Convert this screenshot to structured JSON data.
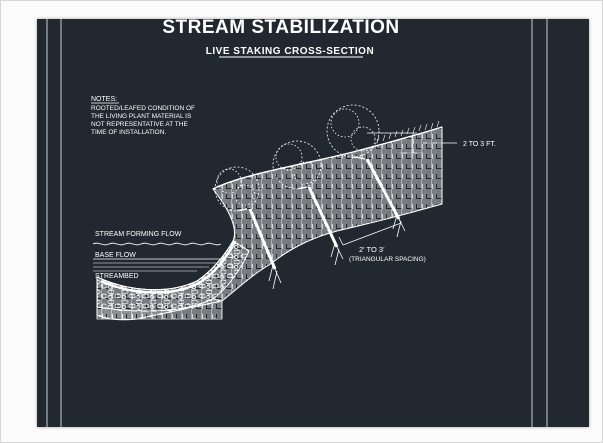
{
  "drawing": {
    "title": "STREAM STABILIZATION",
    "subtitle": "LIVE STAKING CROSS-SECTION",
    "notes": {
      "heading": "NOTES:",
      "lines": [
        "ROOTED/LEAFED CONDITION OF",
        "THE LIVING PLANT MATERIAL IS",
        "NOT REPRESENTATIVE AT THE",
        "TIME OF INSTALLATION."
      ]
    },
    "labels": {
      "stake_depth": "2 TO 3 FT.",
      "spacing": "2' TO 3'",
      "spacing_note": "(TRIANGULAR SPACING)",
      "stream_forming_flow": "STREAM FORMING FLOW",
      "base_flow": "BASE FLOW",
      "streambed": "STREAMBED"
    },
    "colors": {
      "background": "#212830",
      "linework": "#ffffff"
    }
  }
}
